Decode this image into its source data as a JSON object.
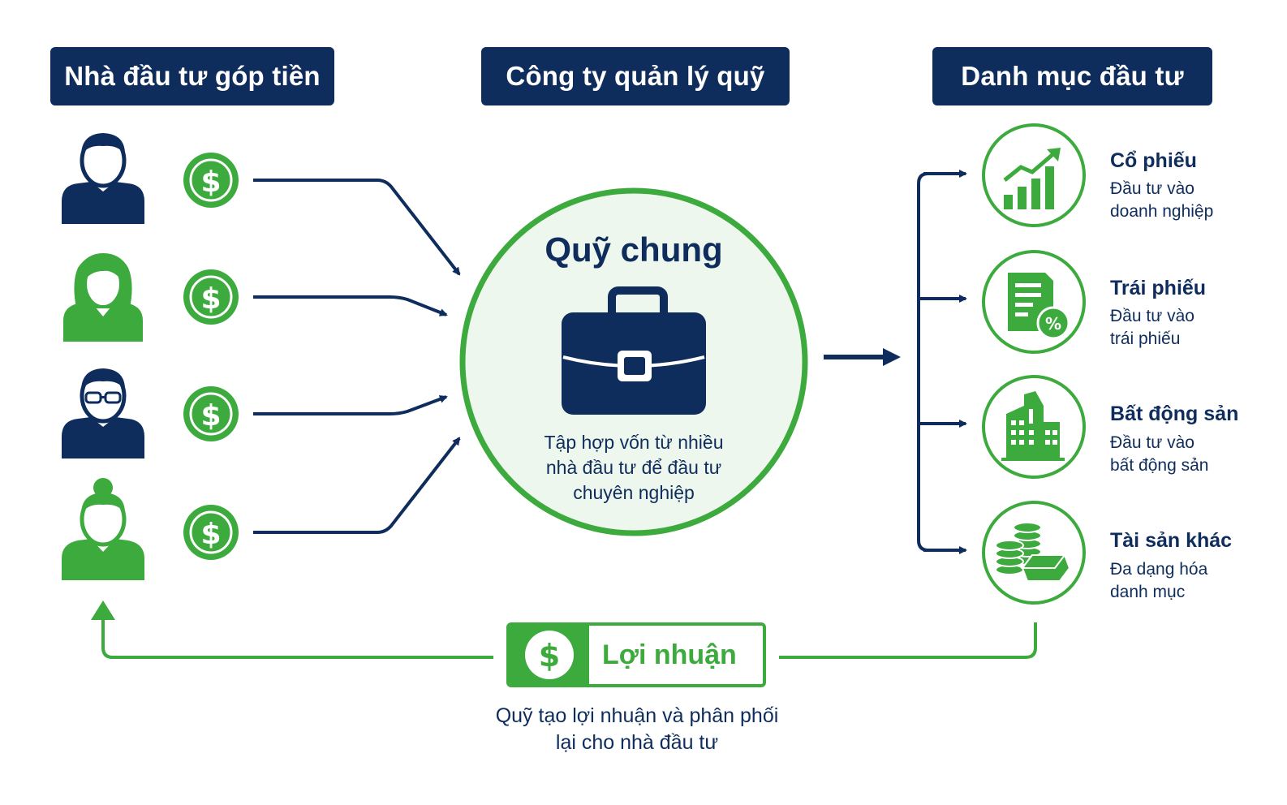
{
  "headers": {
    "investors": "Nhà đầu tư góp tiền",
    "fund_company": "Công ty quản lý quỹ",
    "portfolio": "Danh mục đầu tư"
  },
  "fund": {
    "title": "Quỹ chung",
    "description_line1": "Tập hợp vốn từ nhiều",
    "description_line2": "nhà đầu tư để đầu tư",
    "description_line3": "chuyên nghiệp"
  },
  "investors": [
    {
      "icon": "man-icon",
      "color": "#0f2d5c"
    },
    {
      "icon": "woman-icon",
      "color": "#3daa3d"
    },
    {
      "icon": "man-glasses-icon",
      "color": "#0f2d5c"
    },
    {
      "icon": "woman-bun-icon",
      "color": "#3daa3d"
    }
  ],
  "coin_icon": "dollar-coin-icon",
  "categories": [
    {
      "icon": "growth-chart-icon",
      "title": "Cổ phiếu",
      "desc_line1": "Đầu tư vào",
      "desc_line2": "doanh nghiệp"
    },
    {
      "icon": "bond-document-icon",
      "title": "Trái phiếu",
      "desc_line1": "Đầu tư vào",
      "desc_line2": "trái phiếu"
    },
    {
      "icon": "building-icon",
      "title": "Bất động sản",
      "desc_line1": "Đầu tư vào",
      "desc_line2": "bất động sản"
    },
    {
      "icon": "coins-gold-icon",
      "title": "Tài sản khác",
      "desc_line1": "Đa dạng hóa",
      "desc_line2": "danh mục"
    }
  ],
  "profit": {
    "label": "Lợi nhuận",
    "note_line1": "Quỹ tạo lợi nhuận và phân phối",
    "note_line2": "lại cho nhà đầu tư"
  },
  "colors": {
    "navy": "#0f2d5c",
    "green": "#3daa3d",
    "light_green": "#eef7ee"
  }
}
